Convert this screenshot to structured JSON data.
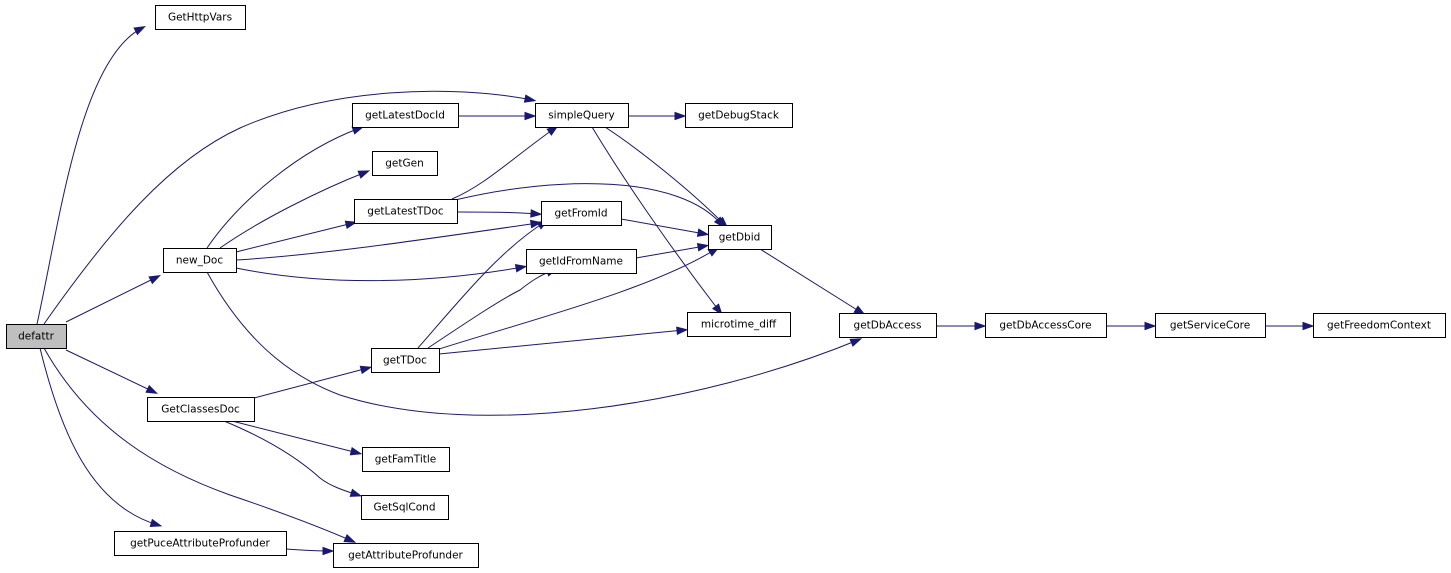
{
  "graph": {
    "root": "defattr",
    "nodes": [
      {
        "id": "defattr",
        "label": "defattr"
      },
      {
        "id": "GetHttpVars",
        "label": "GetHttpVars"
      },
      {
        "id": "new_Doc",
        "label": "new_Doc"
      },
      {
        "id": "GetClassesDoc",
        "label": "GetClassesDoc"
      },
      {
        "id": "getPuceAttributeProfunder",
        "label": "getPuceAttributeProfunder"
      },
      {
        "id": "getAttributeProfunder",
        "label": "getAttributeProfunder"
      },
      {
        "id": "getLatestDocId",
        "label": "getLatestDocId"
      },
      {
        "id": "getGen",
        "label": "getGen"
      },
      {
        "id": "getLatestTDoc",
        "label": "getLatestTDoc"
      },
      {
        "id": "getTDoc",
        "label": "getTDoc"
      },
      {
        "id": "getFamTitle",
        "label": "getFamTitle"
      },
      {
        "id": "GetSqlCond",
        "label": "GetSqlCond"
      },
      {
        "id": "simpleQuery",
        "label": "simpleQuery"
      },
      {
        "id": "getFromId",
        "label": "getFromId"
      },
      {
        "id": "getIdFromName",
        "label": "getIdFromName"
      },
      {
        "id": "getDebugStack",
        "label": "getDebugStack"
      },
      {
        "id": "getDbid",
        "label": "getDbid"
      },
      {
        "id": "microtime_diff",
        "label": "microtime_diff"
      },
      {
        "id": "getDbAccess",
        "label": "getDbAccess"
      },
      {
        "id": "getDbAccessCore",
        "label": "getDbAccessCore"
      },
      {
        "id": "getServiceCore",
        "label": "getServiceCore"
      },
      {
        "id": "getFreedomContext",
        "label": "getFreedomContext"
      }
    ],
    "edges": [
      {
        "from": "defattr",
        "to": "GetHttpVars"
      },
      {
        "from": "defattr",
        "to": "simpleQuery"
      },
      {
        "from": "defattr",
        "to": "new_Doc"
      },
      {
        "from": "defattr",
        "to": "GetClassesDoc"
      },
      {
        "from": "defattr",
        "to": "getPuceAttributeProfunder"
      },
      {
        "from": "defattr",
        "to": "getAttributeProfunder"
      },
      {
        "from": "new_Doc",
        "to": "getLatestDocId"
      },
      {
        "from": "new_Doc",
        "to": "getGen"
      },
      {
        "from": "new_Doc",
        "to": "getLatestTDoc"
      },
      {
        "from": "new_Doc",
        "to": "getFromId"
      },
      {
        "from": "new_Doc",
        "to": "getIdFromName"
      },
      {
        "from": "new_Doc",
        "to": "getDbAccess"
      },
      {
        "from": "getLatestDocId",
        "to": "simpleQuery"
      },
      {
        "from": "getLatestTDoc",
        "to": "simpleQuery"
      },
      {
        "from": "getLatestTDoc",
        "to": "getFromId"
      },
      {
        "from": "getLatestTDoc",
        "to": "getDbid"
      },
      {
        "from": "simpleQuery",
        "to": "getDebugStack"
      },
      {
        "from": "simpleQuery",
        "to": "getDbid"
      },
      {
        "from": "simpleQuery",
        "to": "microtime_diff"
      },
      {
        "from": "getFromId",
        "to": "getDbid"
      },
      {
        "from": "getIdFromName",
        "to": "getDbid"
      },
      {
        "from": "getDbid",
        "to": "getDbAccess"
      },
      {
        "from": "getDbAccess",
        "to": "getDbAccessCore"
      },
      {
        "from": "getDbAccessCore",
        "to": "getServiceCore"
      },
      {
        "from": "getServiceCore",
        "to": "getFreedomContext"
      },
      {
        "from": "GetClassesDoc",
        "to": "getTDoc"
      },
      {
        "from": "GetClassesDoc",
        "to": "getFamTitle"
      },
      {
        "from": "GetClassesDoc",
        "to": "GetSqlCond"
      },
      {
        "from": "getTDoc",
        "to": "getFromId"
      },
      {
        "from": "getTDoc",
        "to": "getIdFromName"
      },
      {
        "from": "getTDoc",
        "to": "getDbid"
      },
      {
        "from": "getTDoc",
        "to": "microtime_diff"
      },
      {
        "from": "getPuceAttributeProfunder",
        "to": "getAttributeProfunder"
      }
    ]
  }
}
